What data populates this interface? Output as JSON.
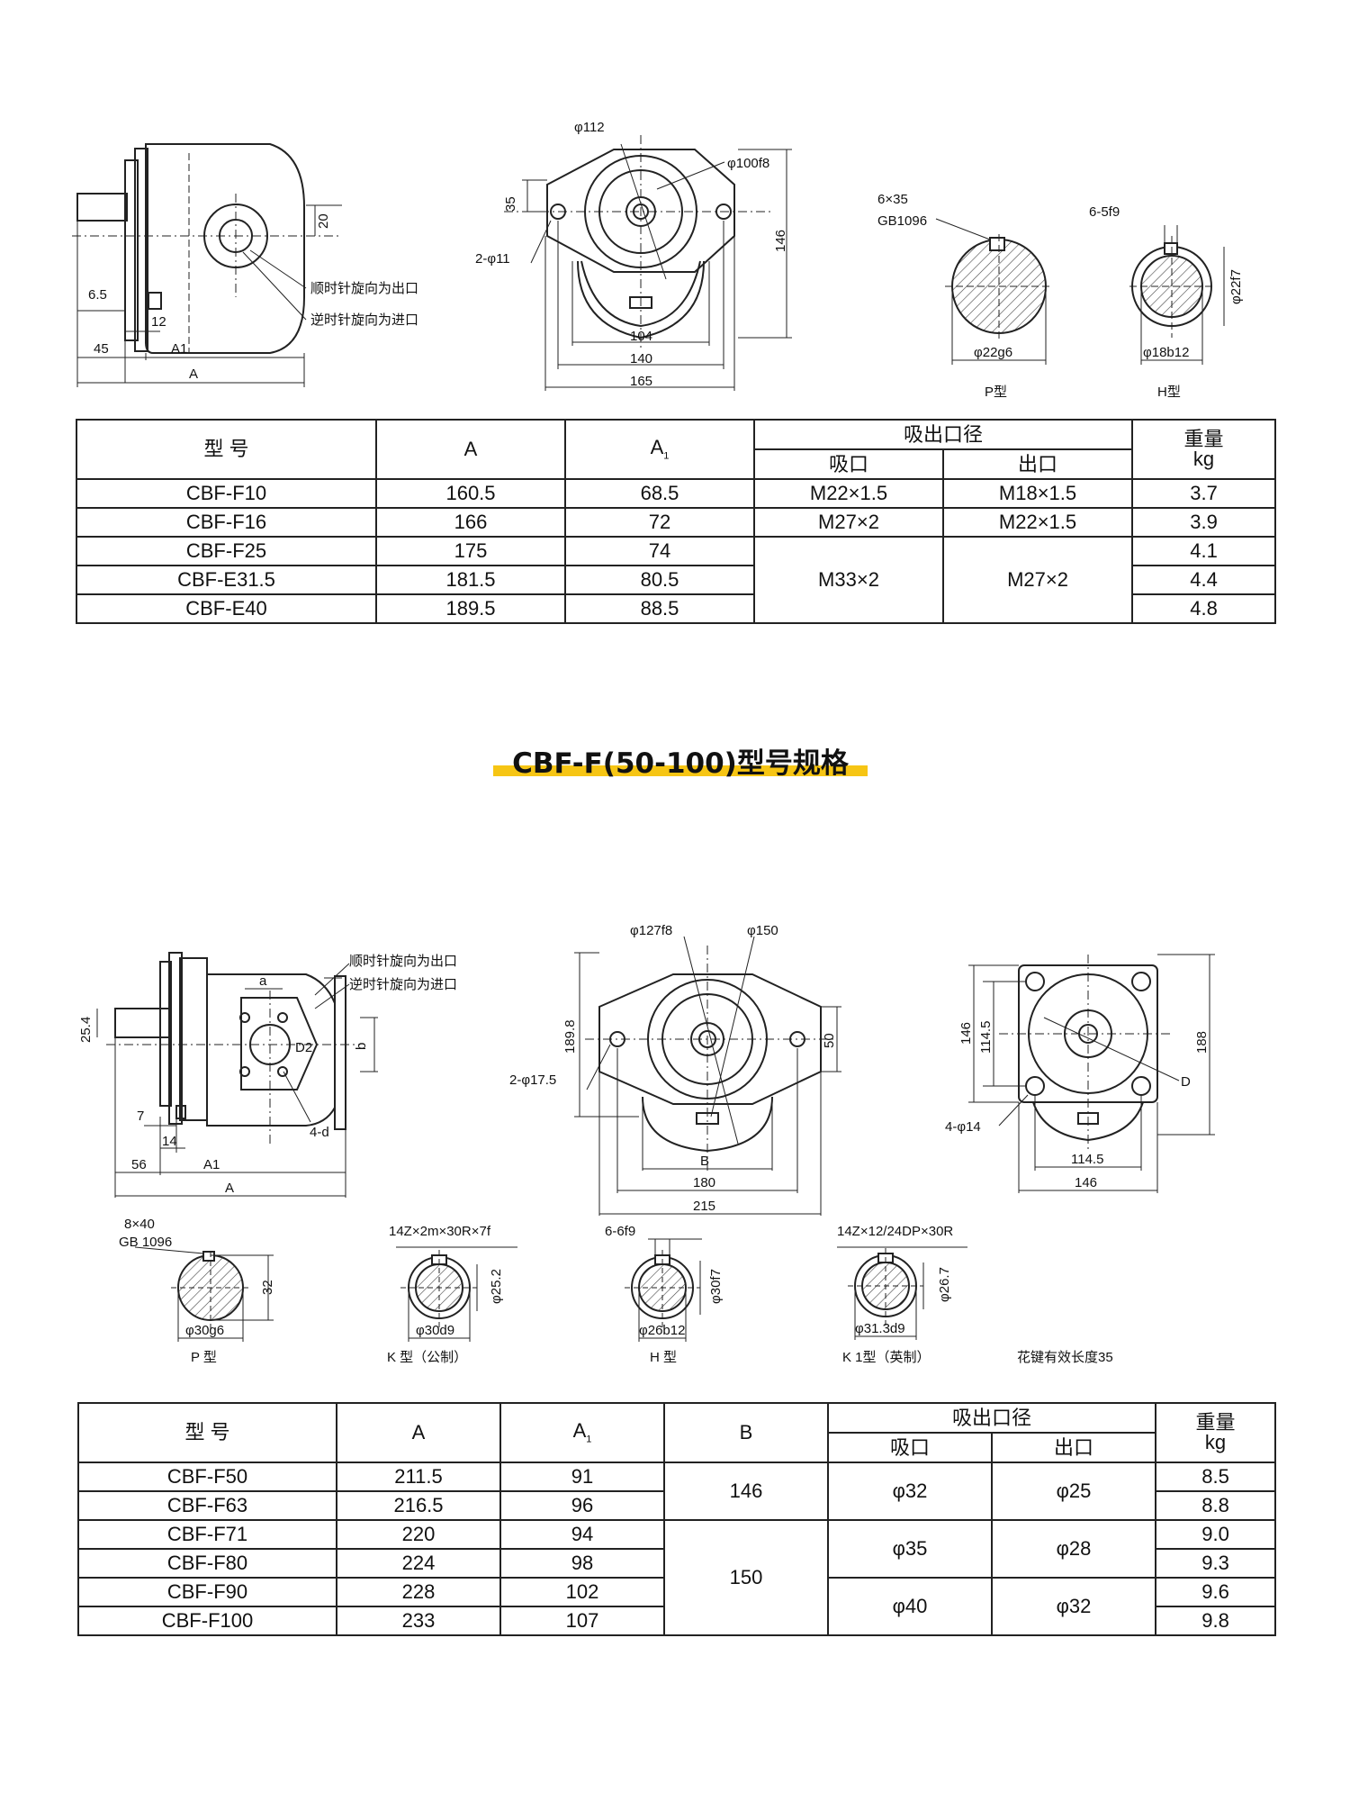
{
  "top": {
    "labels": {
      "d_112": "φ112",
      "d_100f8": "φ100f8",
      "dim_35": "35",
      "holes": "2-φ11",
      "dim_146": "146",
      "dim_104": "104",
      "dim_140": "140",
      "dim_165": "165",
      "dim_20": "20",
      "dim_6_5": "6.5",
      "dim_12": "12",
      "dim_45": "45",
      "a1": "A1",
      "a": "A",
      "cw": "顺时针旋向为出口",
      "ccw": "逆时针旋向为进口",
      "key": "6×35",
      "gb": "GB1096",
      "d_22g6": "φ22g6",
      "p_type": "P型",
      "spline": "6-5f9",
      "d_22f7": "φ22f7",
      "d_18b12": "φ18b12",
      "h_type": "H型"
    },
    "table": {
      "h_model": "型  号",
      "h_a": "A",
      "h_a1": "A",
      "h_a1_sub": "1",
      "h_port": "吸出口径",
      "h_in": "吸口",
      "h_out": "出口",
      "h_weight": "重量",
      "h_kg": "kg",
      "rows": [
        {
          "model": "CBF-F10",
          "a": "160.5",
          "a1": "68.5",
          "in": "M22×1.5",
          "out": "M18×1.5",
          "w": "3.7"
        },
        {
          "model": "CBF-F16",
          "a": "166",
          "a1": "72",
          "in": "M27×2",
          "out": "M22×1.5",
          "w": "3.9"
        },
        {
          "model": "CBF-F25",
          "a": "175",
          "a1": "74",
          "w": "4.1"
        },
        {
          "model": "CBF-E31.5",
          "a": "181.5",
          "a1": "80.5",
          "w": "4.4"
        },
        {
          "model": "CBF-E40",
          "a": "189.5",
          "a1": "88.5",
          "w": "4.8"
        }
      ],
      "merged_in": "M33×2",
      "merged_out": "M27×2"
    }
  },
  "section_title": "CBF-F(50-100)型号规格",
  "bottom": {
    "labels": {
      "cw": "顺时针旋向为出口",
      "ccw": "逆时针旋向为进口",
      "a_small": "a",
      "b_small": "b",
      "d2": "D2",
      "four_d": "4-d",
      "dim_25_4": "25.4",
      "dim_7": "7",
      "dim_14": "14",
      "dim_56": "56",
      "a1": "A1",
      "a": "A",
      "d_127f8": "φ127f8",
      "d_150": "φ150",
      "dim_189_8": "189.8",
      "dim_50": "50",
      "holes": "2-φ17.5",
      "b": "B",
      "dim_180": "180",
      "dim_215": "215",
      "dim_146": "146",
      "dim_114_5": "114.5",
      "dim_188": "188",
      "d": "D",
      "holes4": "4-φ14",
      "dim_114_5b": "114.5",
      "dim_146b": "146",
      "key": "8×40",
      "gb": "GB 1096",
      "dim_32": "32",
      "d_30g6": "φ30g6",
      "p_type": "P  型",
      "k_spec": "14Z×2m×30R×7f",
      "d_25_2": "φ25.2",
      "d_30d9": "φ30d9",
      "k_type": "K 型（公制）",
      "h_spec": "6-6f9",
      "d_30f7": "φ30f7",
      "d_26b12": "φ26b12",
      "h_type": "H  型",
      "k1_spec": "14Z×12/24DP×30R",
      "d_26_7": "φ26.7",
      "d_31_3d9": "φ31.3d9",
      "k1_type": "K 1型（英制）",
      "spline_len": "花键有效长度35"
    },
    "table": {
      "h_model": "型  号",
      "h_a": "A",
      "h_a1": "A",
      "h_a1_sub": "1",
      "h_b": "B",
      "h_port": "吸出口径",
      "h_in": "吸口",
      "h_out": "出口",
      "h_weight": "重量",
      "h_kg": "kg",
      "rows": [
        {
          "model": "CBF-F50",
          "a": "211.5",
          "a1": "91",
          "w": "8.5"
        },
        {
          "model": "CBF-F63",
          "a": "216.5",
          "a1": "96",
          "w": "8.8"
        },
        {
          "model": "CBF-F71",
          "a": "220",
          "a1": "94",
          "w": "9.0"
        },
        {
          "model": "CBF-F80",
          "a": "224",
          "a1": "98",
          "w": "9.3"
        },
        {
          "model": "CBF-F90",
          "a": "228",
          "a1": "102",
          "w": "9.6"
        },
        {
          "model": "CBF-F100",
          "a": "233",
          "a1": "107",
          "w": "9.8"
        }
      ],
      "b_146": "146",
      "b_150": "150",
      "in_32": "φ32",
      "out_25": "φ25",
      "in_35": "φ35",
      "out_28": "φ28",
      "in_40": "φ40",
      "out_32": "φ32"
    }
  }
}
